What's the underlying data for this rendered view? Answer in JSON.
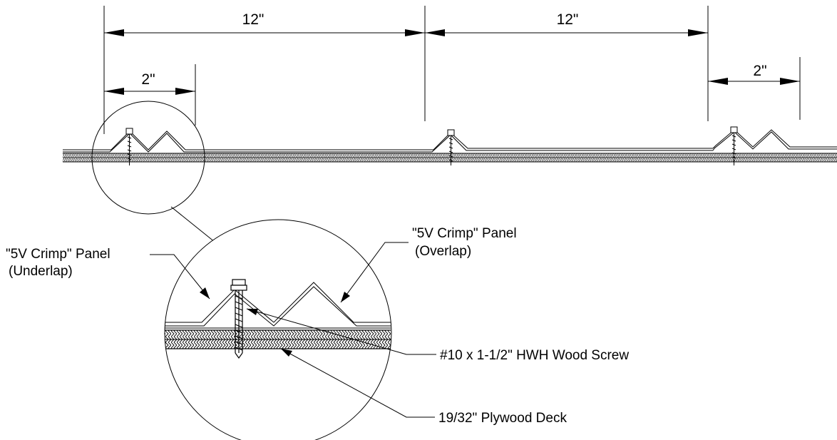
{
  "dimensions": {
    "span_left": "12\"",
    "span_right": "12\"",
    "overlap_left": "2\"",
    "overlap_right": "2\""
  },
  "callouts": {
    "underlap_line1": "\"5V Crimp\" Panel",
    "underlap_line2": "(Underlap)",
    "overlap_line1": "\"5V Crimp\" Panel",
    "overlap_line2": "(Overlap)",
    "screw": "#10 x 1-1/2\" HWH Wood Screw",
    "deck": "19/32\" Plywood Deck"
  },
  "colors": {
    "line": "#000000",
    "background": "#ffffff"
  }
}
